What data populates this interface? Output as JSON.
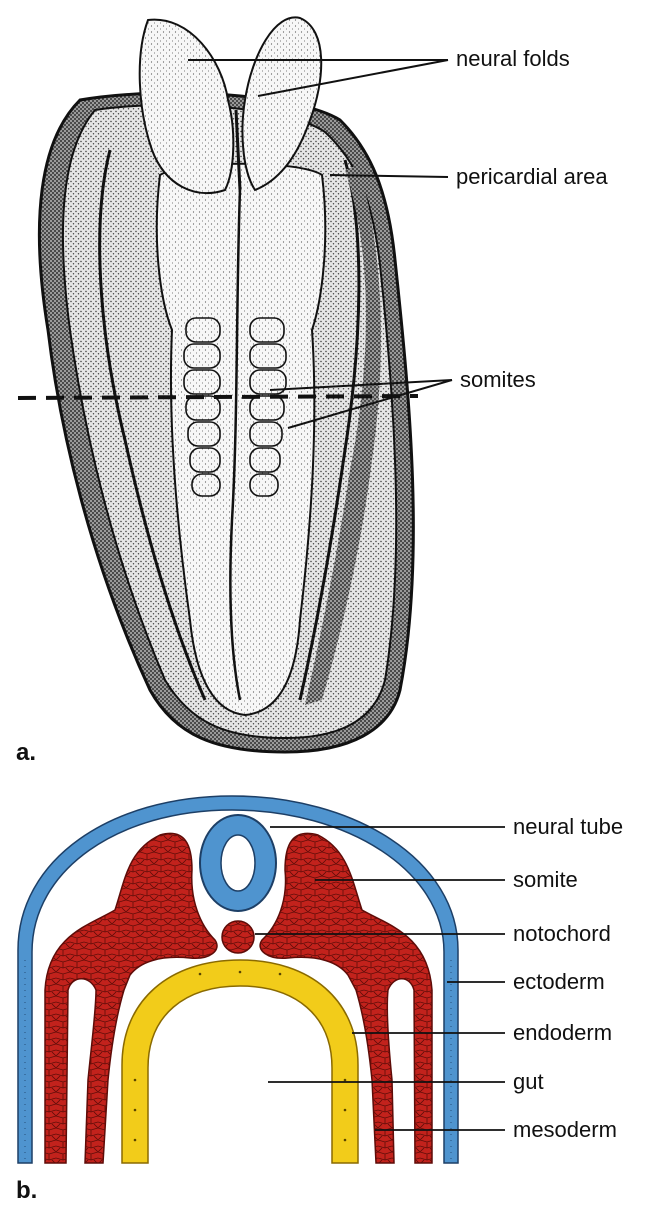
{
  "panel_a": {
    "panel_label": "a.",
    "labels": {
      "neural_folds": "neural folds",
      "pericardial_area": "pericardial area",
      "somites": "somites"
    }
  },
  "panel_b": {
    "panel_label": "b.",
    "labels": {
      "neural_tube": "neural tube",
      "somite": "somite",
      "notochord": "notochord",
      "ectoderm": "ectoderm",
      "endoderm": "endoderm",
      "gut": "gut",
      "mesoderm": "mesoderm"
    }
  },
  "colors": {
    "ectoderm": "#4f94cf",
    "mesoderm": "#c2221c",
    "endoderm": "#f2cc1a",
    "outline": "#111111",
    "stipple_light": "#f4f4f4",
    "stipple_mid": "#cfcfcf",
    "stipple_dark": "#8a8a8a"
  }
}
